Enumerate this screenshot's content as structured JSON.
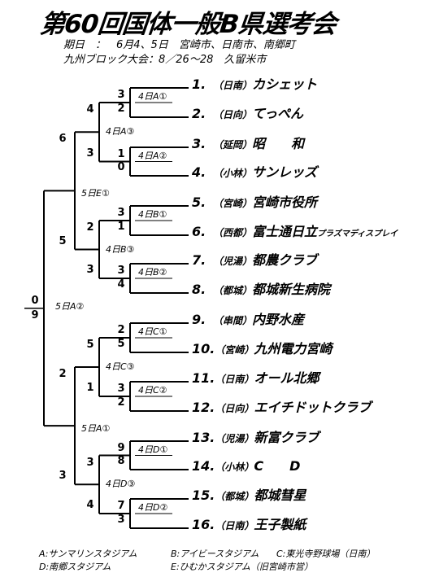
{
  "title": "第60回国体一般B県選考会",
  "info": {
    "line1": "期日　：　6月4、5日　宮崎市、日南市、南郷町",
    "line2": "九州ブロック大会：8／26～28　久留米市"
  },
  "teams": [
    {
      "seed": "1.",
      "pref": "（日南）",
      "name": "カシェット",
      "sub": ""
    },
    {
      "seed": "2.",
      "pref": "（日向）",
      "name": "てっぺん",
      "sub": ""
    },
    {
      "seed": "3.",
      "pref": "（延岡）",
      "name": "昭　　和",
      "sub": ""
    },
    {
      "seed": "4.",
      "pref": "（小林）",
      "name": "サンレッズ",
      "sub": ""
    },
    {
      "seed": "5.",
      "pref": "（宮崎）",
      "name": "宮崎市役所",
      "sub": ""
    },
    {
      "seed": "6.",
      "pref": "（西都）",
      "name": "富士通日立",
      "sub": "プラズマディスプレイ"
    },
    {
      "seed": "7.",
      "pref": "（児湯）",
      "name": "都農クラブ",
      "sub": ""
    },
    {
      "seed": "8.",
      "pref": "（都城）",
      "name": "都城新生病院",
      "sub": ""
    },
    {
      "seed": "9.",
      "pref": "（串間）",
      "name": "内野水産",
      "sub": ""
    },
    {
      "seed": "10.",
      "pref": "（宮崎）",
      "name": "九州電力宮崎",
      "sub": ""
    },
    {
      "seed": "11.",
      "pref": "（日南）",
      "name": "オール北郷",
      "sub": ""
    },
    {
      "seed": "12.",
      "pref": "（日向）",
      "name": "エイチドットクラブ",
      "sub": ""
    },
    {
      "seed": "13.",
      "pref": "（児湯）",
      "name": "新富クラブ",
      "sub": ""
    },
    {
      "seed": "14.",
      "pref": "（小林）",
      "name": "C　　D",
      "sub": ""
    },
    {
      "seed": "15.",
      "pref": "（都城）",
      "name": "都城彗星",
      "sub": ""
    },
    {
      "seed": "16.",
      "pref": "（日南）",
      "name": "王子製紙",
      "sub": ""
    }
  ],
  "scores": {
    "r1": [
      [
        "3",
        "2"
      ],
      [
        "1",
        "0"
      ],
      [
        "3",
        "1"
      ],
      [
        "3",
        "4"
      ],
      [
        "2",
        "5"
      ],
      [
        "3",
        "2"
      ],
      [
        "9",
        "8"
      ],
      [
        "7",
        "3"
      ]
    ],
    "r2": [
      [
        "4",
        "3"
      ],
      [
        "2",
        "3"
      ],
      [
        "5",
        "1"
      ],
      [
        "3",
        "4"
      ]
    ],
    "r3": [
      [
        "6",
        "5"
      ],
      [
        "2",
        "3"
      ]
    ],
    "final": [
      "0",
      "9"
    ]
  },
  "games": {
    "r1": [
      "4日A①",
      "4日A②",
      "4日B①",
      "4日B②",
      "4日C①",
      "4日C②",
      "4日D①",
      "4日D②"
    ],
    "r2": [
      "4日A③",
      "4日B③",
      "4日C③",
      "4日D③"
    ],
    "r3": [
      "5日E①",
      "5日A①"
    ],
    "final": "5日A②"
  },
  "legend": {
    "a": "A:サンマリンスタジアム",
    "b": "B:アイビースタジアム",
    "c": "C:東光寺野球場（日南）",
    "d": "D:南郷スタジアム",
    "e": "E:ひむかスタジアム（旧宮崎市営）"
  }
}
